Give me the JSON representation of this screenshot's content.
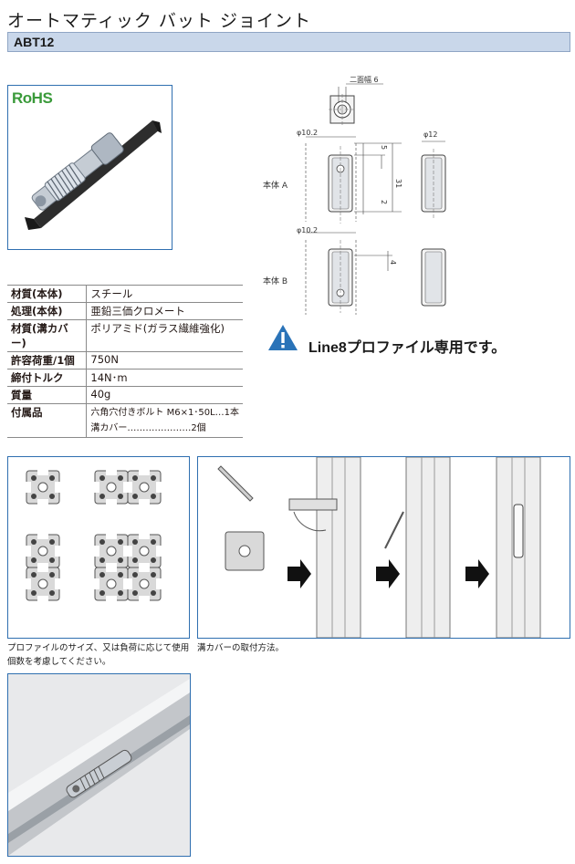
{
  "header": {
    "title": "オートマティック バット ジョイント",
    "model": "ABT12"
  },
  "product": {
    "rohs_label": "RoHS"
  },
  "drawing": {
    "width_across_flats": "二面幅 6",
    "dia_10_2_top": "φ10.2",
    "dia_12": "φ12",
    "dim_5": "5",
    "dim_31": "31",
    "dim_2": "2",
    "body_a": "本体 A",
    "dia_10_2_bottom": "φ10.2",
    "dim_4": "4",
    "body_b": "本体 B"
  },
  "specs": {
    "rows": [
      {
        "key": "材質(本体)",
        "value": "スチール"
      },
      {
        "key": "処理(本体)",
        "value": "亜鉛三価クロメート"
      },
      {
        "key": "材質(溝カバー)",
        "value": "ポリアミド(ガラス繊維強化)"
      },
      {
        "key": "許容荷重/1個",
        "value": "750N"
      },
      {
        "key": "締付トルク",
        "value": "14N･m"
      },
      {
        "key": "質量",
        "value": "40g"
      }
    ],
    "accessory_key": "付属品",
    "accessory_lines": [
      "六角穴付きボルト M6×1･50L…1本",
      "溝カバー…………………2個"
    ]
  },
  "notice": {
    "text": "Line8プロファイル専用です。"
  },
  "captions": {
    "profiles": "プロファイルのサイズ、又は負荷に応じて使用個数を考慮してください。",
    "cover": "溝カバーの取付方法。"
  },
  "colors": {
    "accent_blue": "#2f6fb0",
    "header_bar": "#c9d7ea",
    "warning_blue": "#2a73b8",
    "rohs_green": "#3a9a3a"
  }
}
